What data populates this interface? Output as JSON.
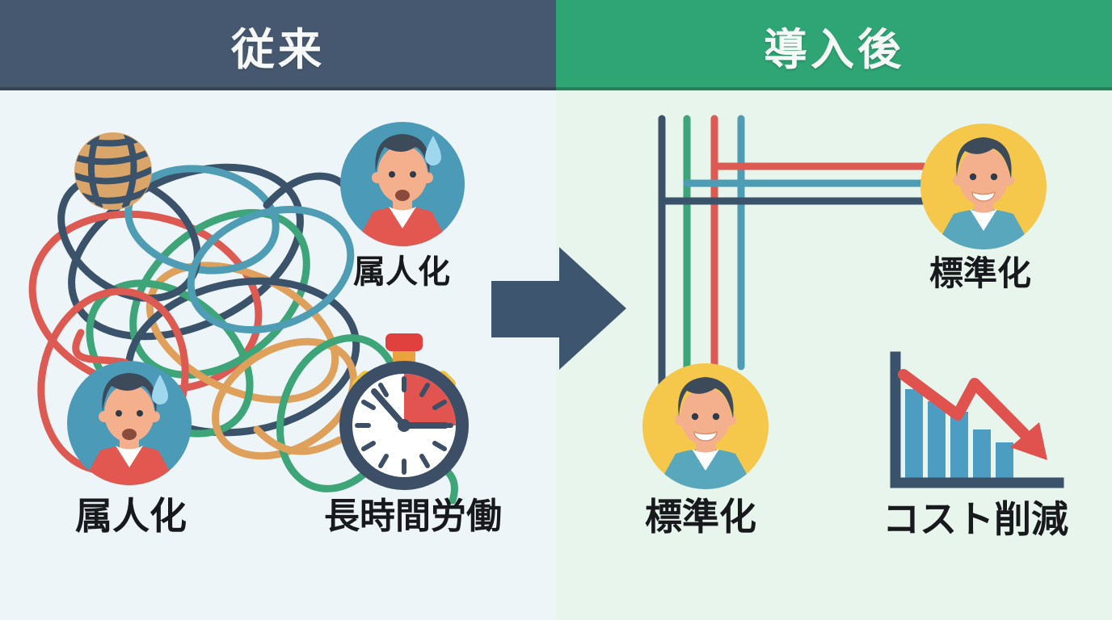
{
  "panels": {
    "before": {
      "title": "従来",
      "labels": {
        "person_top": "属人化",
        "person_bottom": "属人化",
        "stopwatch": "長時間労働"
      },
      "icons": [
        "yarn-ball-icon",
        "tangled-threads-icon",
        "worried-person-icon",
        "stopwatch-icon"
      ]
    },
    "after": {
      "title": "導入後",
      "labels": {
        "person_top": "標準化",
        "person_bottom": "標準化",
        "chart": "コスト削減"
      },
      "icons": [
        "organized-threads-icon",
        "happy-person-icon",
        "declining-chart-icon"
      ]
    },
    "transition_icon": "right-arrow-icon"
  },
  "colors": {
    "header_before": "#46586f",
    "header_after": "#2fa474",
    "bg_before": "#edf5f8",
    "bg_after": "#e8f5ec",
    "arrow": "#3e5570",
    "label_text": "#17191c",
    "thread_navy": "#3b526b",
    "thread_red": "#dd5a52",
    "thread_green": "#3da578",
    "thread_teal": "#4e9db5",
    "thread_orange": "#dfa05c",
    "yarn": "#d9a569",
    "avatar_bg_worried": "#4a9ab8",
    "avatar_bg_happy": "#f5c84c",
    "skin": "#f4b08c",
    "hair": "#3c4a5a",
    "shirt_red": "#e2574f",
    "shirt_teal": "#58a7bd",
    "sweat": "#9fd7ef",
    "chart_bar": "#4d9dc2",
    "chart_arrow": "#e0524e",
    "watch_ring": "#3c4f66",
    "watch_sector": "#e25450",
    "watch_button_red": "#e0413f",
    "watch_button_yellow": "#f0c040"
  }
}
